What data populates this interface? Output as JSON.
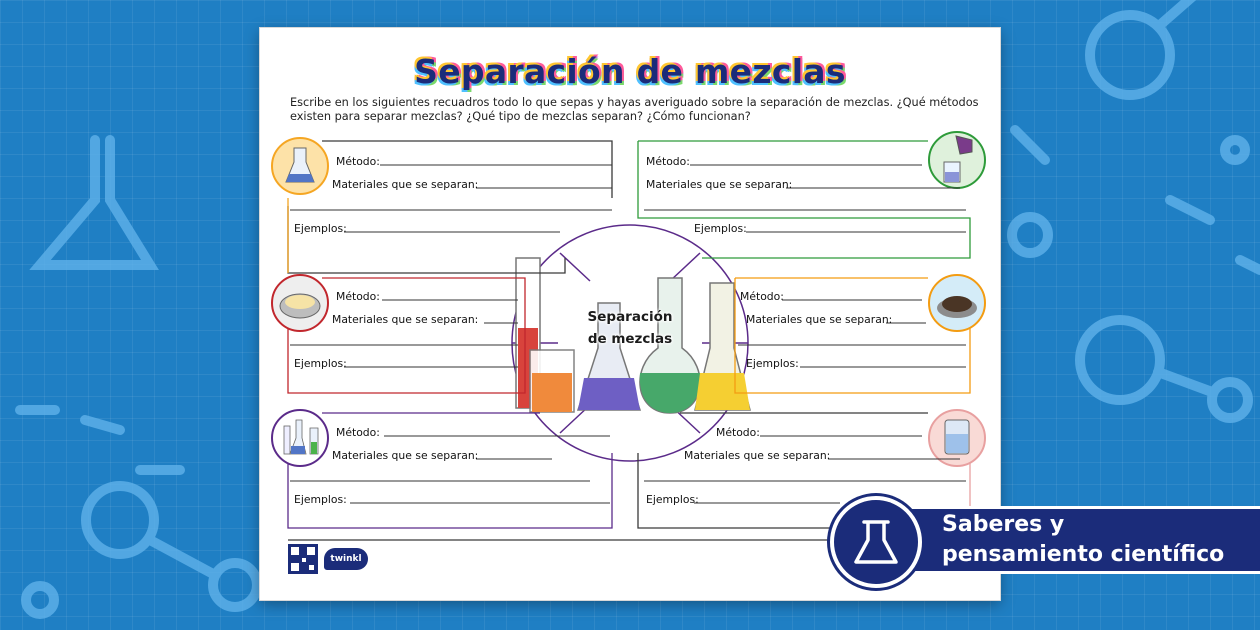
{
  "worksheet": {
    "title": "Separación de mezclas",
    "intro": "Escribe en los siguientes recuadros todo lo que sepas y hayas averiguado sobre la separación de mezclas. ¿Qué métodos existen para separar mezclas? ¿Qué tipo de mezclas separan? ¿Cómo funcionan?",
    "center_title_line1": "Separación",
    "center_title_line2": "de mezclas",
    "labels": {
      "metodo": "Método:",
      "materiales": "Materiales que se separan:",
      "ejemplos": "Ejemplos:"
    },
    "panels": [
      {
        "position": "top-left",
        "color": "#f5a623",
        "icon": "conical-flask-icon"
      },
      {
        "position": "top-right",
        "color": "#2e9b3a",
        "icon": "pouring-liquid-icon"
      },
      {
        "position": "middle-left",
        "color": "#c1272d",
        "icon": "sieve-bowl-icon"
      },
      {
        "position": "middle-right",
        "color": "#f39c12",
        "icon": "soil-dish-icon"
      },
      {
        "position": "bottom-left",
        "color": "#5b2b8a",
        "icon": "lab-glassware-icon"
      },
      {
        "position": "bottom-right",
        "color": "#e8a0a0",
        "icon": "water-jar-icon"
      }
    ],
    "brand": "twinkl"
  },
  "badge": {
    "line1": "Saberes y",
    "line2": "pensamiento científico",
    "icon": "flask-icon"
  },
  "colors": {
    "background": "#1f7fc4",
    "navy": "#1b2c7a"
  }
}
